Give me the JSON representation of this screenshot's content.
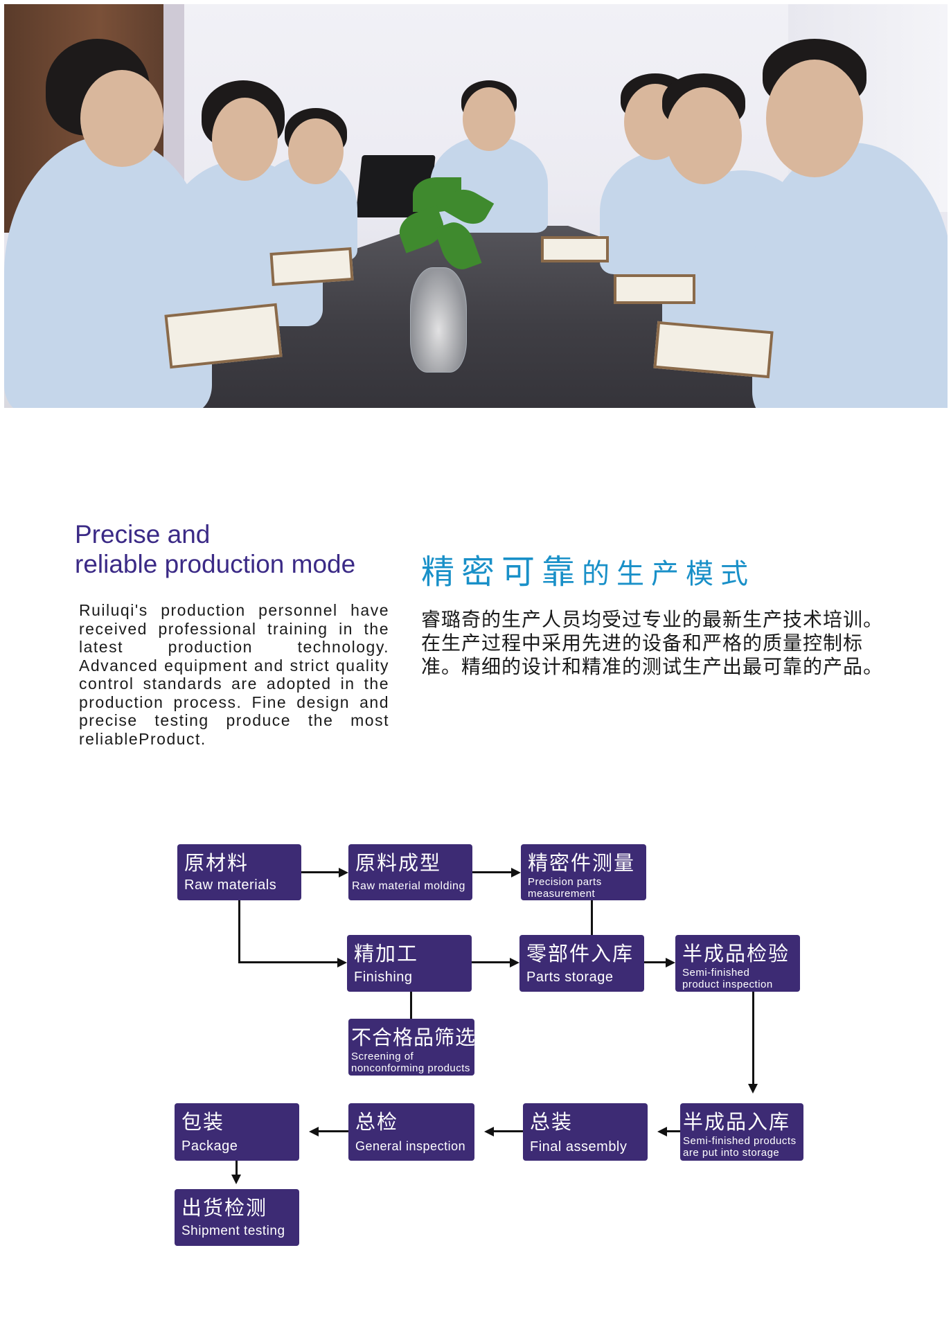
{
  "intro": {
    "title_en_line1": "Precise and",
    "title_en_line2": "reliable production mode",
    "title_cn_main": "精密可靠",
    "title_cn_rest": "的生产模式",
    "body_en": "Ruiluqi's production personnel have received professional training in the latest production technology. Advanced equipment and strict quality control standards are adopted in the production process. Fine design and precise testing produce the most reliableProduct.",
    "body_cn": "睿璐奇的生产人员均受过专业的最新生产技术培训。在生产过程中采用先进的设备和严格的质量控制标准。精细的设计和精准的测试生产出最可靠的产品。"
  },
  "flow": {
    "raw_materials": {
      "cn": "原材料",
      "en": "Raw materials"
    },
    "raw_material_molding": {
      "cn": "原料成型",
      "en": "Raw material molding"
    },
    "precision_parts": {
      "cn": "精密件测量",
      "en": "Precision parts measurement"
    },
    "finishing": {
      "cn": "精加工",
      "en": "Finishing"
    },
    "parts_storage": {
      "cn": "零部件入库",
      "en": "Parts storage"
    },
    "semi_inspection": {
      "cn": "半成品检验",
      "en": "Semi-finished product inspection"
    },
    "screening": {
      "cn": "不合格品筛选",
      "en": "Screening of nonconforming products"
    },
    "semi_storage": {
      "cn": "半成品入库",
      "en": "Semi-finished products are put into storage"
    },
    "final_assembly": {
      "cn": "总装",
      "en": "Final assembly"
    },
    "general_inspection": {
      "cn": "总检",
      "en": "General inspection"
    },
    "package": {
      "cn": "包装",
      "en": "Package"
    },
    "shipment_testing": {
      "cn": "出货检测",
      "en": "Shipment testing"
    }
  },
  "colors": {
    "box": "#3d2b74",
    "title_en": "#3b2a86",
    "title_cn": "#1990c8"
  }
}
